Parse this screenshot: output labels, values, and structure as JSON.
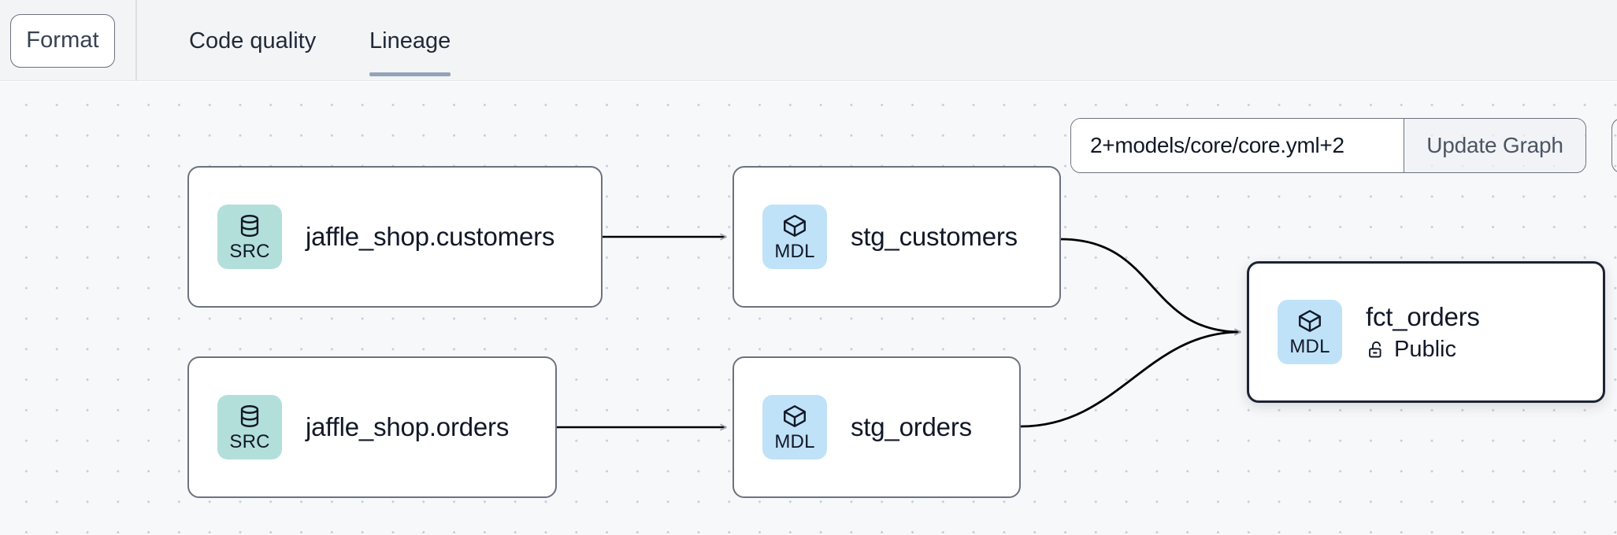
{
  "header": {
    "format_button": "Format",
    "tabs": [
      {
        "id": "code-quality",
        "label": "Code quality",
        "active": false
      },
      {
        "id": "lineage",
        "label": "Lineage",
        "active": true
      }
    ]
  },
  "controls": {
    "selector_value": "2+models/core/core.yml+2",
    "selector_placeholder": "",
    "update_button": "Update Graph"
  },
  "graph": {
    "nodes": [
      {
        "id": "src-customers",
        "badge_type": "SRC",
        "badge_icon": "database-icon",
        "title": "jaffle_shop.customers",
        "subtitle": null,
        "selected": false
      },
      {
        "id": "stg-customers",
        "badge_type": "MDL",
        "badge_icon": "cube-icon",
        "title": "stg_customers",
        "subtitle": null,
        "selected": false
      },
      {
        "id": "src-orders",
        "badge_type": "SRC",
        "badge_icon": "database-icon",
        "title": "jaffle_shop.orders",
        "subtitle": null,
        "selected": false
      },
      {
        "id": "stg-orders",
        "badge_type": "MDL",
        "badge_icon": "cube-icon",
        "title": "stg_orders",
        "subtitle": null,
        "selected": false
      },
      {
        "id": "fct-orders",
        "badge_type": "MDL",
        "badge_icon": "cube-icon",
        "title": "fct_orders",
        "subtitle": "Public",
        "subtitle_icon": "unlock-icon",
        "selected": true
      }
    ],
    "edges": [
      {
        "from": "src-customers",
        "to": "stg-customers"
      },
      {
        "from": "src-orders",
        "to": "stg-orders"
      },
      {
        "from": "stg-customers",
        "to": "fct-orders"
      },
      {
        "from": "stg-orders",
        "to": "fct-orders"
      }
    ]
  },
  "colors": {
    "src_badge": "#b3dfdb",
    "mdl_badge": "#bfe2f8",
    "node_border": "#6b7280",
    "selected_border": "#1c2333",
    "canvas_bg": "#f7f8fa",
    "header_bg": "#f3f4f6",
    "tab_underline": "#94a3b8",
    "edge_stroke": "#000000"
  }
}
